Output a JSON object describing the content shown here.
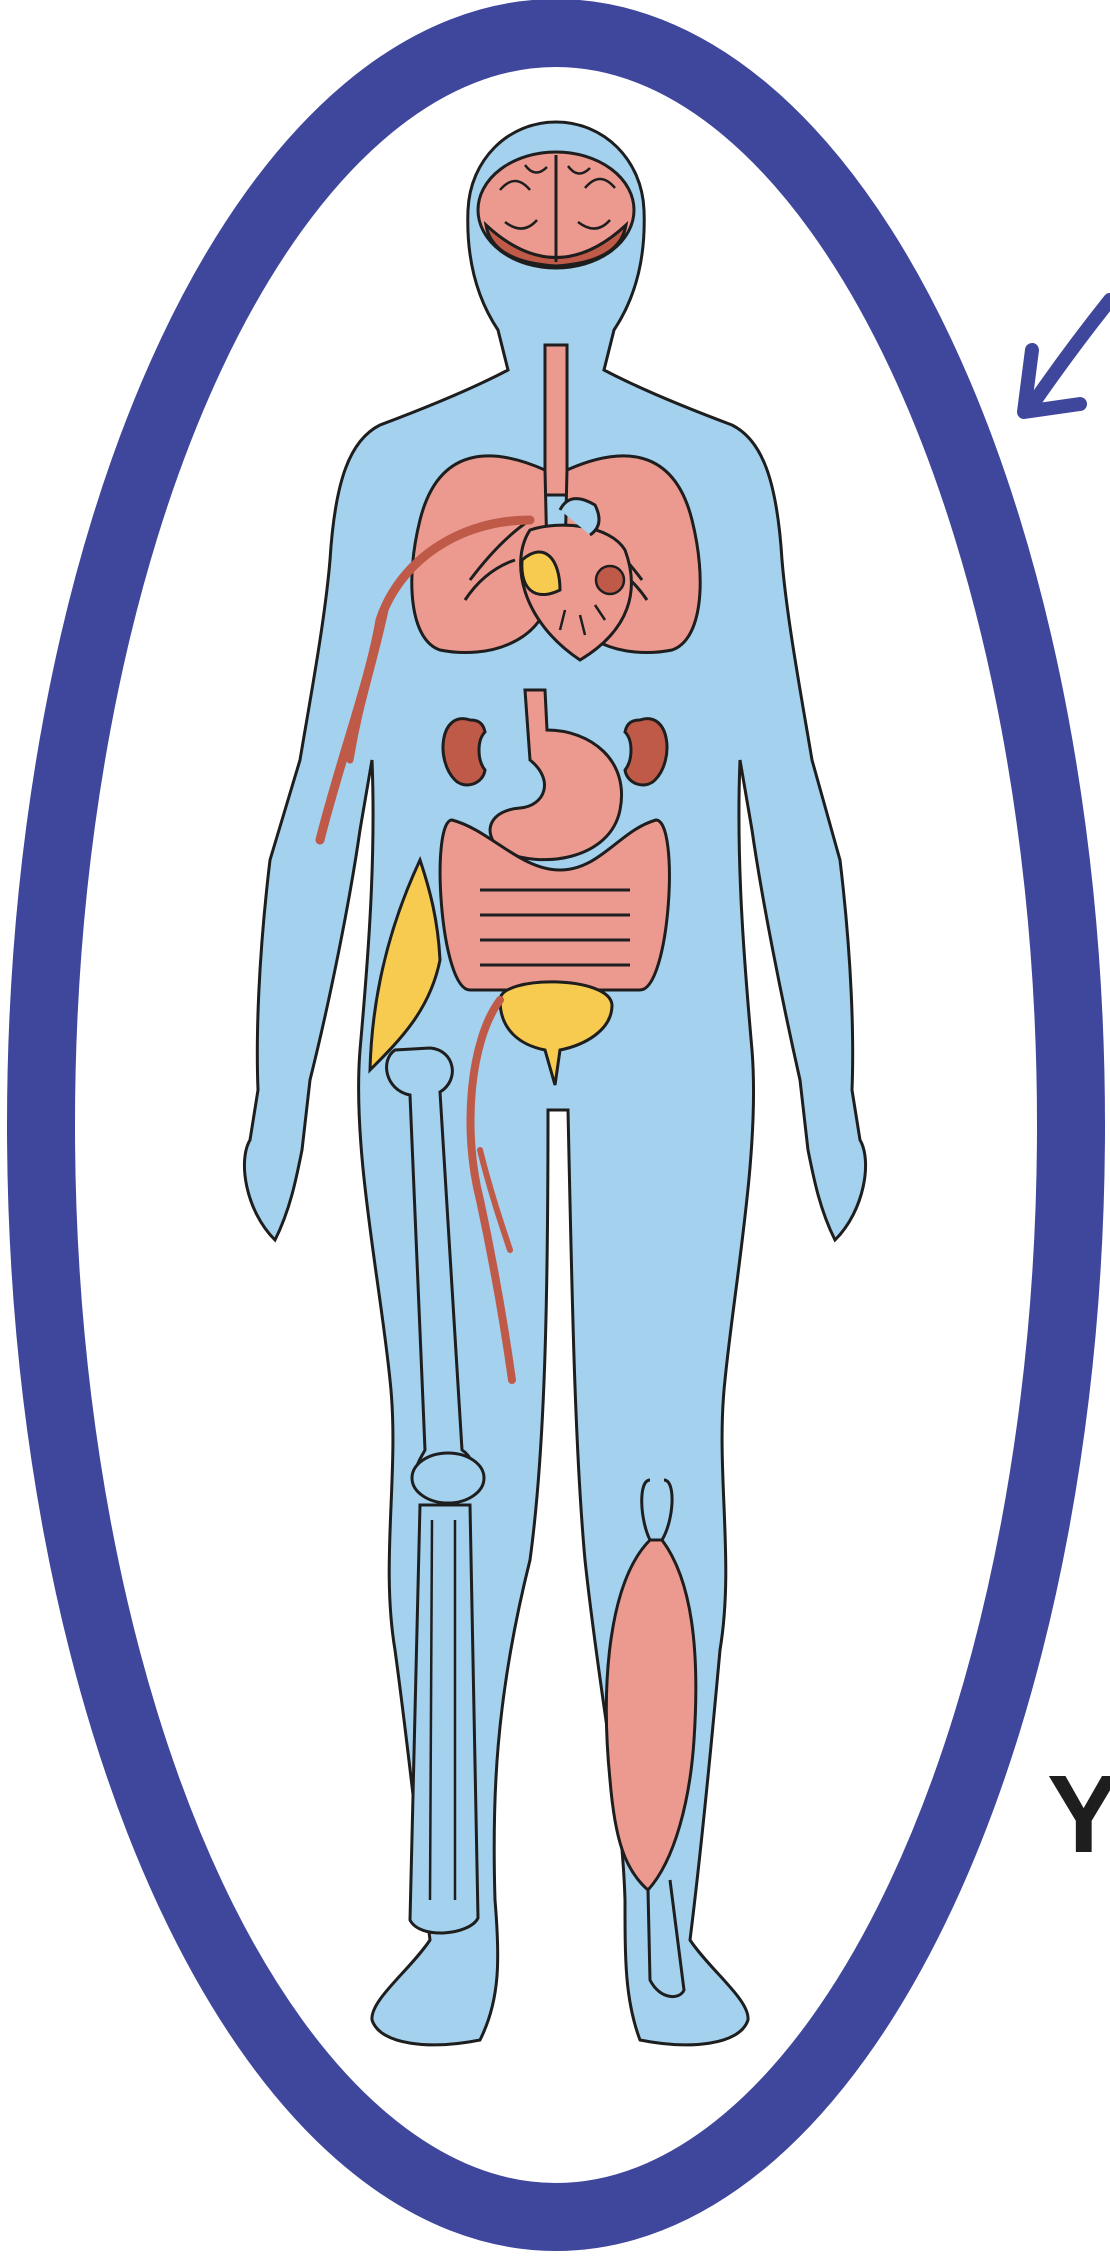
{
  "figure": {
    "edge_text": "Y",
    "colors": {
      "oval_ring": "#3f479c",
      "body_skin": "#a3d1ee",
      "organ_pink": "#ec9a90",
      "organ_dark": "#c05a48",
      "organ_yellow": "#f6cb50",
      "bone_fill": "#a3d1ee",
      "outline": "#1e1e1e"
    },
    "parts": [
      "brain",
      "trachea",
      "lungs",
      "heart",
      "artery-arm",
      "kidneys",
      "stomach",
      "intestines",
      "pelvic-bone",
      "bladder",
      "artery-leg",
      "femur",
      "knee",
      "tibia",
      "calf-muscle",
      "tendon"
    ],
    "arrow": "pointer-arrow-icon"
  }
}
